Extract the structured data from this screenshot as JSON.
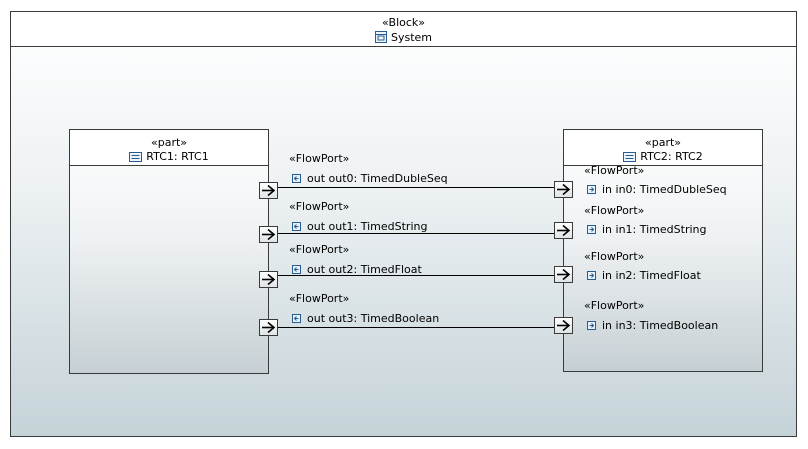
{
  "block": {
    "stereotype": "«Block»",
    "name": "System",
    "icon": "block-icon"
  },
  "parts": [
    {
      "stereotype": "«part»",
      "name": "RTC1: RTC1",
      "icon": "part-icon"
    },
    {
      "stereotype": "«part»",
      "name": "RTC2: RTC2",
      "icon": "part-icon"
    }
  ],
  "out_ports": [
    {
      "stereotype": "«FlowPort»",
      "label": "out out0: TimedDubleSeq"
    },
    {
      "stereotype": "«FlowPort»",
      "label": "out out1: TimedString"
    },
    {
      "stereotype": "«FlowPort»",
      "label": "out out2: TimedFloat"
    },
    {
      "stereotype": "«FlowPort»",
      "label": "out out3: TimedBoolean"
    }
  ],
  "in_ports": [
    {
      "stereotype": "«FlowPort»",
      "label": "in in0: TimedDubleSeq"
    },
    {
      "stereotype": "«FlowPort»",
      "label": "in in1: TimedString"
    },
    {
      "stereotype": "«FlowPort»",
      "label": "in in2: TimedFloat"
    },
    {
      "stereotype": "«FlowPort»",
      "label": "in in3: TimedBoolean"
    }
  ]
}
